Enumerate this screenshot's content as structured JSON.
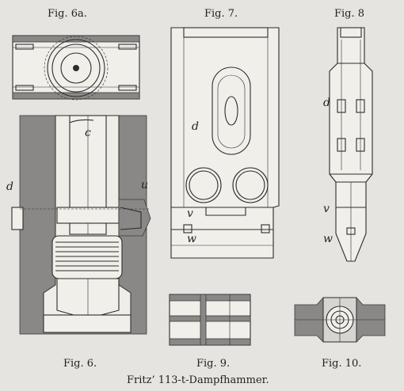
{
  "figures": {
    "fig6a": "Fig. 6a.",
    "fig7": "Fig. 7.",
    "fig8": "Fig. 8",
    "fig6": "Fig. 6.",
    "fig9": "Fig. 9.",
    "fig10": "Fig. 10."
  },
  "caption": "Fritz’ 113-t-Dampfhammer.",
  "letters": {
    "c": "c",
    "d": "d",
    "u": "u",
    "v": "v",
    "w": "w"
  }
}
